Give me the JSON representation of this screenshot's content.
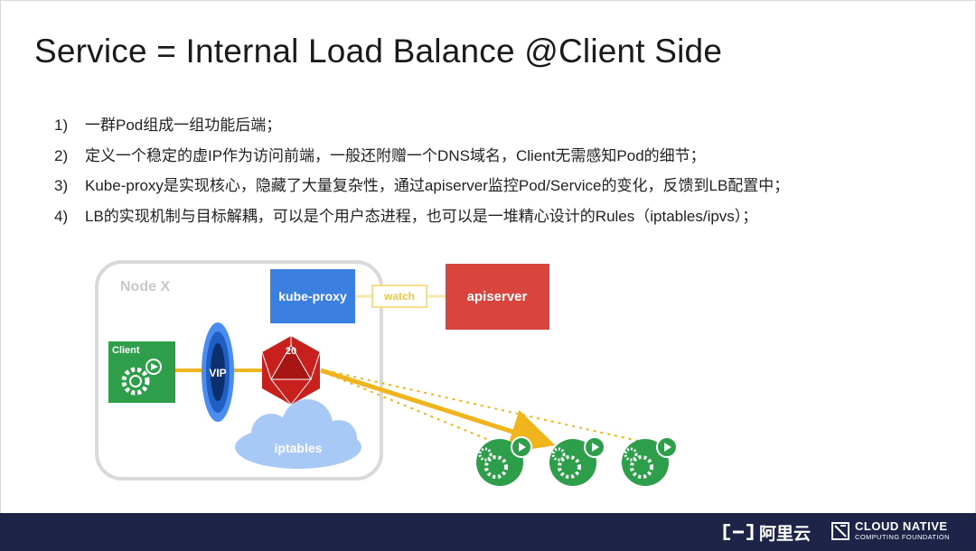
{
  "slide": {
    "title": "Service = Internal Load Balance @Client Side",
    "bullets": [
      {
        "num": "1)",
        "text": "一群Pod组成一组功能后端；"
      },
      {
        "num": "2)",
        "text": "定义一个稳定的虚IP作为访问前端，一般还附赠一个DNS域名，Client无需感知Pod的细节；"
      },
      {
        "num": "3)",
        "text": "Kube-proxy是实现核心，隐藏了大量复杂性，通过apiserver监控Pod/Service的变化，反馈到LB配置中；"
      },
      {
        "num": "4)",
        "text": "LB的实现机制与目标解耦，可以是个用户态进程，也可以是一堆精心设计的Rules（iptables/ipvs）；"
      }
    ]
  },
  "diagram": {
    "node_label": "Node X",
    "kube_proxy": "kube-proxy",
    "watch": "watch",
    "apiserver": "apiserver",
    "client": "Client",
    "vip": "VIP",
    "iptables": "iptables",
    "dice_label": "20",
    "colors": {
      "kube_proxy": "#3b7fe0",
      "apiserver": "#d9443c",
      "client": "#2e9e4b",
      "vip": "#1f5fc4",
      "dice": "#c8201d",
      "arrow": "#f0b41c",
      "cloud": "#a8c8f5",
      "node_border": "#d9d9d9",
      "footer": "#1e2448"
    }
  },
  "footer": {
    "alibaba": "阿里云",
    "cncf_main": "CLOUD NATIVE",
    "cncf_sub": "COMPUTING FOUNDATION"
  }
}
